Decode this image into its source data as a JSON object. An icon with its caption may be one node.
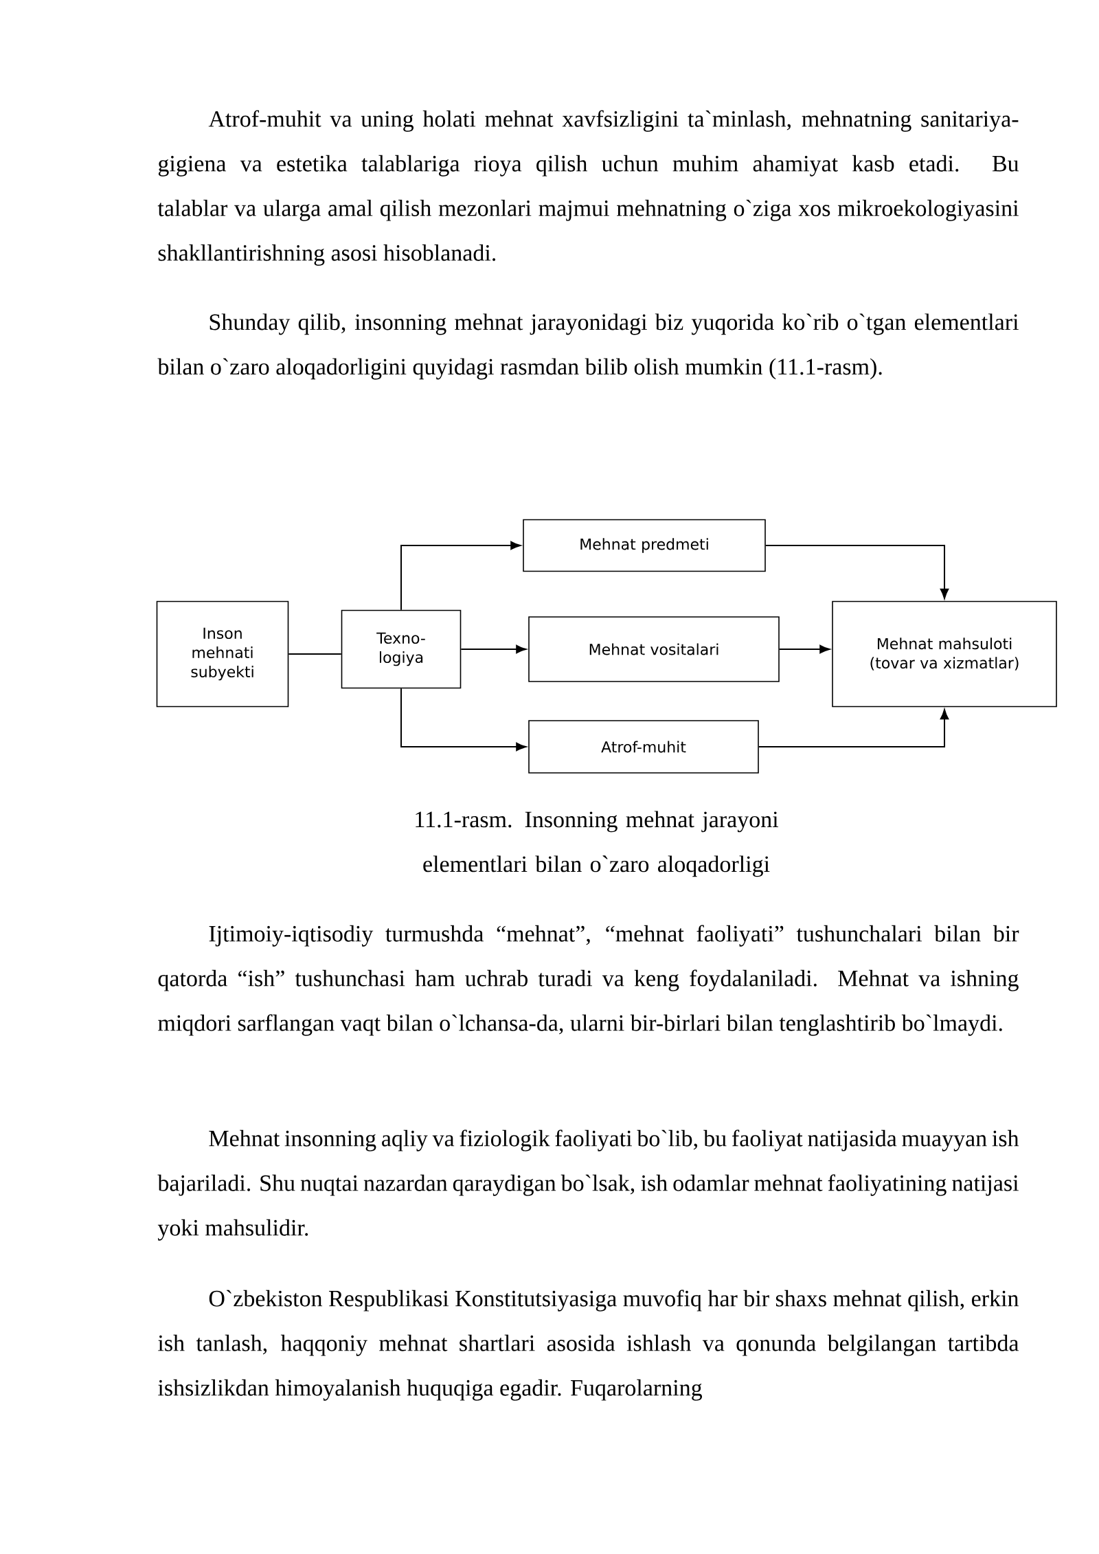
{
  "diagram": {
    "caption": "11.1-rasm. Insonning mehnat jarayoni elementlari bilan o`zaro aloqadorligi",
    "nodes": [
      {
        "text": [
          "Inson mehnati subyekti"
        ]
      },
      {
        "text": [
          "Texno-logiya"
        ]
      },
      {
        "text": [
          "Mehnat predmeti"
        ]
      },
      {
        "text": [
          "Mehnat vositalari"
        ]
      },
      {
        "text": [
          "Atrof-muhit"
        ]
      },
      {
        "text": [
          "Mehnat mahsuloti (tovar va xizmatlar)"
        ]
      }
    ],
    "edges": [
      {
        "from": 0,
        "to": 1,
        "arrow": "none"
      },
      {
        "from": 1,
        "to": 2,
        "arrow": "to"
      },
      {
        "from": 1,
        "to": 3,
        "arrow": "to"
      },
      {
        "from": 1,
        "to": 4,
        "arrow": "to"
      },
      {
        "from": 2,
        "to": 5,
        "arrow": "to"
      },
      {
        "from": 3,
        "to": 5,
        "arrow": "to"
      },
      {
        "from": 4,
        "to": 5,
        "arrow": "to"
      }
    ],
    "labels": [
      "Atrof-muhit va uning holati mehnat xavfsizligini ta`minlash, mehnatning sanitariya-gigiena va estetika talablariga rioya qilish uchun muhim ahamiyat kasb etadi. Bu talablar va ularga amal qilish mezonlari majmui mehnatning o`ziga xos mikroekologiyasini shakllantirishning asosi hisoblanadi.",
      "Shunday qilib, insonning mehnat jarayonidagi biz yuqorida ko`rib o`tgan elementlari bilan o`zaro aloqadorligini quyidagi rasmdan bilib olish mumkin (11.1-rasm).",
      "Ijtimoiy-iqtisodiy turmushda “mehnat”, “mehnat faoliyati” tushunchalari bilan bir qatorda “ish” tushunchasi ham uchrab turadi va keng foydalaniladi. Mehnat va ishning miqdori sarflangan vaqt bilan o`lchansa-da, ularni bir-birlari bilan tenglashtirib bo`lmaydi.",
      "Mehnat insonning aqliy va fiziologik faoliyati bo`lib, bu faoliyat natijasida muayyan ish bajariladi. Shu nuqtai nazardan qaraydigan bo`lsak, ish odamlar mehnat faoliyatining natijasi yoki mahsulidir.",
      "O`zbekiston Respublikasi Konstitutsiyasiga muvofiq har bir shaxs mehnat qilish, erkin ish tanlash, haqqoniy mehnat shartlari asosida ishlash va qonunda belgilangan tartibda ishsizlikdan himoyalanish huquqiga egadir. Fuqarolarning"
    ]
  }
}
